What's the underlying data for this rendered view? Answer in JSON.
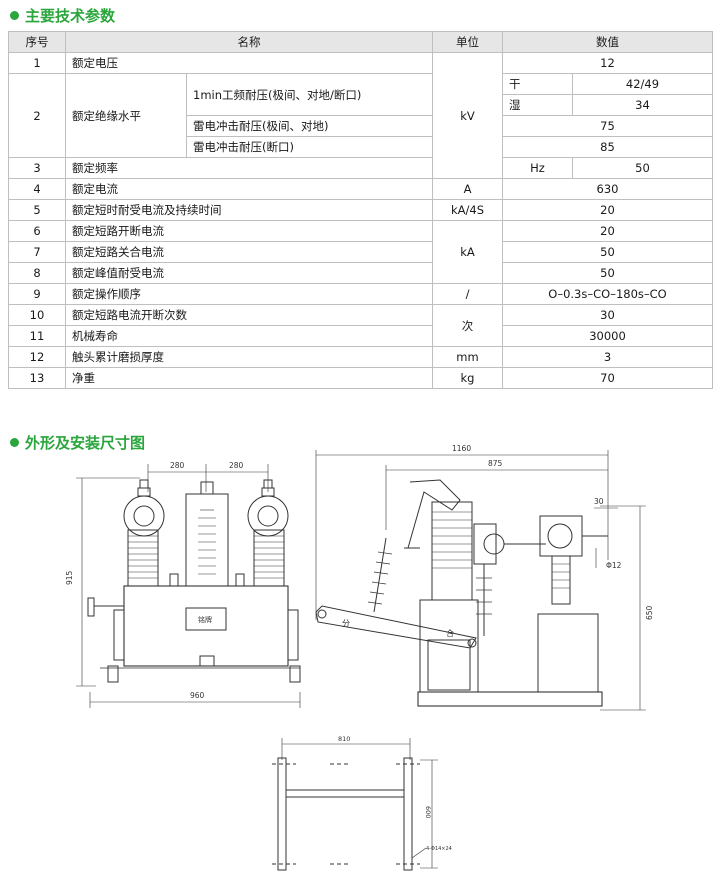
{
  "sections": {
    "params_title": "主要技术参数",
    "dims_title": "外形及安装尺寸图"
  },
  "table": {
    "headers": {
      "no": "序号",
      "name": "名称",
      "unit": "单位",
      "value": "数值"
    },
    "rows": {
      "r1": {
        "no": "1",
        "name": "额定电压",
        "value": "12"
      },
      "r2": {
        "no": "2",
        "name": "额定绝缘水平",
        "sub1": "1min工频耐压(极间、对地/断口)",
        "dry_label": "干",
        "dry_value": "42/49",
        "wet_label": "湿",
        "wet_value": "34",
        "sub2": "雷电冲击耐压(极间、对地)",
        "sub2_value": "75",
        "sub3": "雷电冲击耐压(断口)",
        "sub3_value": "85",
        "unit": "kV"
      },
      "r3": {
        "no": "3",
        "name": "额定频率",
        "unit": "Hz",
        "value": "50"
      },
      "r4": {
        "no": "4",
        "name": "额定电流",
        "unit": "A",
        "value": "630"
      },
      "r5": {
        "no": "5",
        "name": "额定短时耐受电流及持续时间",
        "unit": "kA/4S",
        "value": "20"
      },
      "r6": {
        "no": "6",
        "name": "额定短路开断电流",
        "value": "20"
      },
      "r7": {
        "no": "7",
        "name": "额定短路关合电流",
        "value": "50",
        "unit": "kA"
      },
      "r8": {
        "no": "8",
        "name": "额定峰值耐受电流",
        "value": "50"
      },
      "r9": {
        "no": "9",
        "name": "额定操作顺序",
        "unit": "/",
        "value": "O–0.3s–CO–180s–CO"
      },
      "r10": {
        "no": "10",
        "name": "额定短路电流开断次数",
        "value": "30",
        "unit": "次"
      },
      "r11": {
        "no": "11",
        "name": "机械寿命",
        "value": "30000"
      },
      "r12": {
        "no": "12",
        "name": "触头累计磨损厚度",
        "unit": "mm",
        "value": "3"
      },
      "r13": {
        "no": "13",
        "name": "净重",
        "unit": "kg",
        "value": "70"
      }
    }
  },
  "drawing": {
    "front": {
      "dim_left": "280",
      "dim_right": "280",
      "dim_height": "915",
      "dim_width": "960",
      "nameplate": "铭牌"
    },
    "side": {
      "dim_total": "1160",
      "dim_partial": "875",
      "dim_30": "30",
      "dim_phi": "Φ12",
      "dim_height": "650",
      "label_open": "分",
      "label_close": "合"
    },
    "base": {
      "dim_width": "810",
      "dim_depth": "600",
      "holes": "4-Φ14×24"
    }
  },
  "colors": {
    "accent": "#2aa63c",
    "line": "#333333",
    "grid": "#bfbfbf"
  }
}
